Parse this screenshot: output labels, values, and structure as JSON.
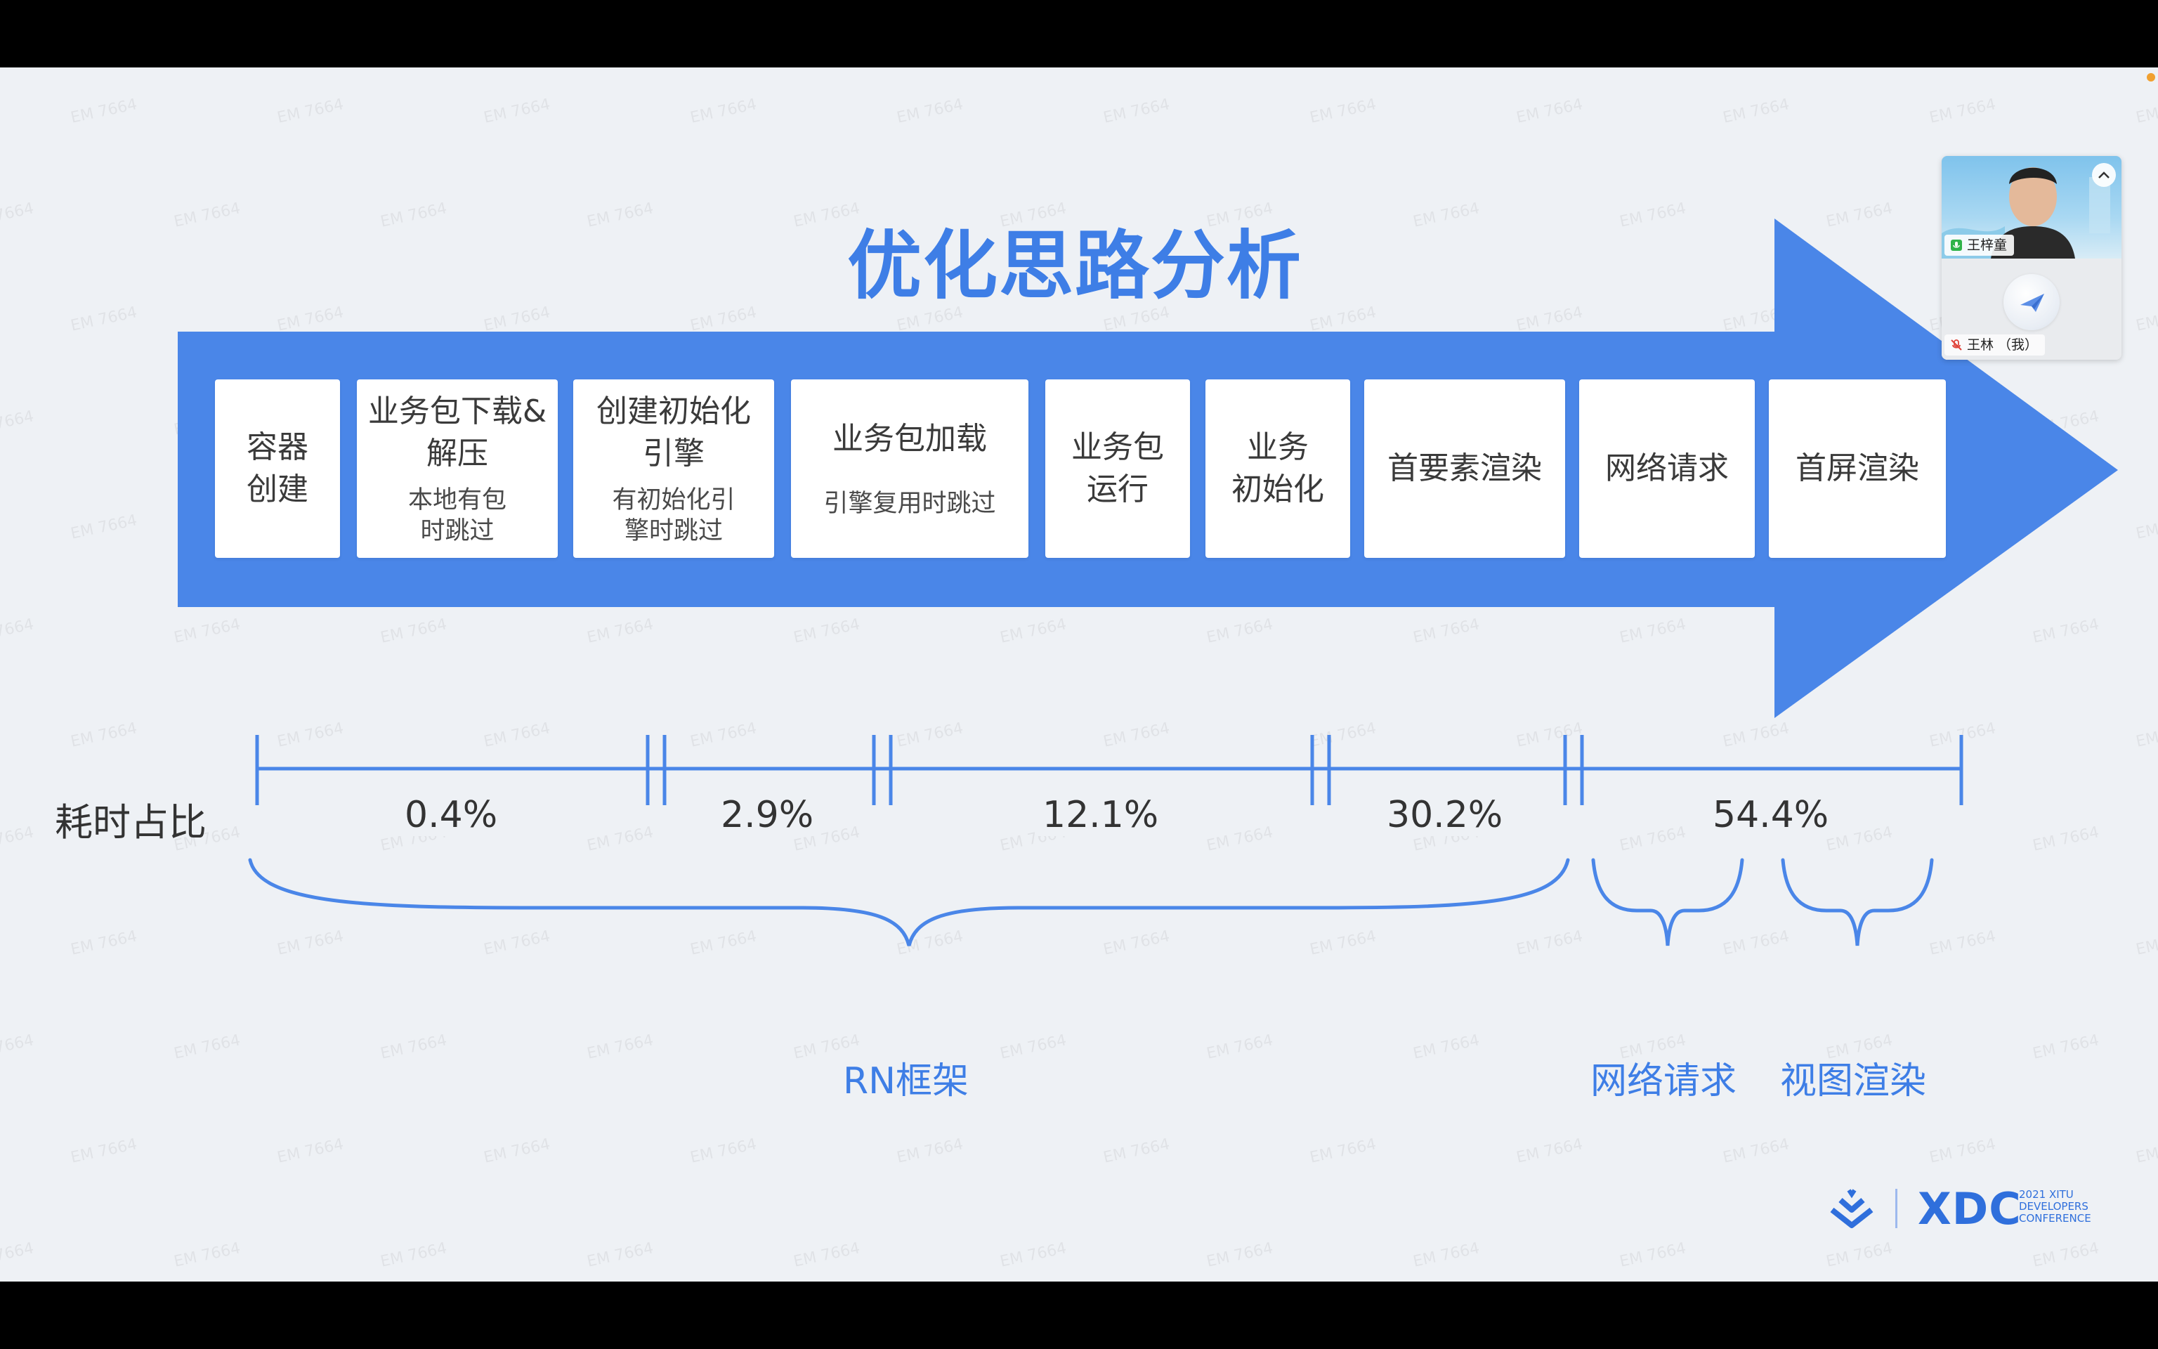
{
  "slide": {
    "title": "优化思路分析",
    "watermark_text": "EM 7664",
    "steps": [
      {
        "label": "容器\n创建",
        "note": ""
      },
      {
        "label": "业务包下载&\n解压",
        "note": "本地有包\n时跳过"
      },
      {
        "label": "创建初始化\n引擎",
        "note": "有初始化引\n擎时跳过"
      },
      {
        "label": "业务包加载",
        "note": "引擎复用时跳过"
      },
      {
        "label": "业务包\n运行",
        "note": ""
      },
      {
        "label": "业务\n初始化",
        "note": ""
      },
      {
        "label": "首要素渲染",
        "note": ""
      },
      {
        "label": "网络请求",
        "note": ""
      },
      {
        "label": "首屏渲染",
        "note": ""
      }
    ],
    "timeline": {
      "label": "耗时占比",
      "segments": [
        "0.4%",
        "2.9%",
        "12.1%",
        "30.2%",
        "54.4%"
      ]
    },
    "groups": [
      {
        "label": "RN框架"
      },
      {
        "label": "网络请求"
      },
      {
        "label": "视图渲染"
      }
    ],
    "colors": {
      "accent": "#3e7ee6",
      "arrow": "#4a86e8",
      "background": "#eef1f5"
    }
  },
  "logo": {
    "name": "XDC",
    "subtitle": "2021 XITU\nDEVELOPERS\nCONFERENCE"
  },
  "video_panel": {
    "participants": [
      {
        "name": "王梓童",
        "mic": "on"
      },
      {
        "name": "王林 （我）",
        "mic": "muted"
      }
    ],
    "collapse_icon": "chevron-up-icon"
  }
}
